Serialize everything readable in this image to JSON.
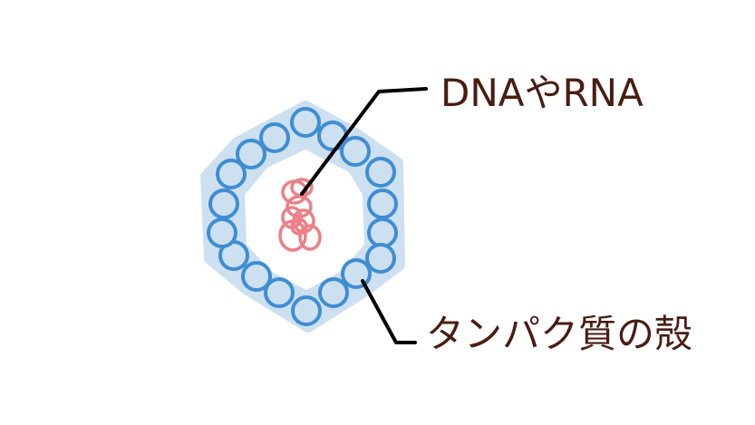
{
  "labels": {
    "genome": "DNAやRNA",
    "capsid": "タンパク質の殻"
  },
  "colors": {
    "capsomere_stroke": "#3f8dd3",
    "capsomere_fill": "#cde0f0",
    "genome": "#ec7f88",
    "leader": "#000000",
    "text": "#4a1d12"
  },
  "capsomere_count": 18
}
